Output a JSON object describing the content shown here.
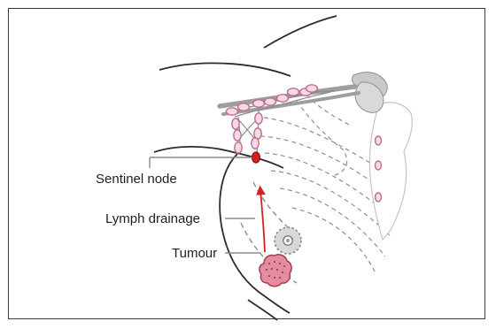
{
  "labels": {
    "sentinel_node": "Sentinel node",
    "lymph_drainage": "Lymph drainage",
    "tumour": "Tumour"
  },
  "colors": {
    "frame": "#3a3a3a",
    "outline": "#2c2c2c",
    "dashed": "#8f8f8f",
    "lymph_node_fill": "#f2dbe6",
    "lymph_node_stroke": "#c06a8b",
    "vessel": "#8a8a8a",
    "sentinel_node": "#d61f1f",
    "drainage_arrow": "#d61f1f",
    "tumour_fill": "#e48ca0",
    "tumour_stroke": "#a73d56",
    "nipple_fill": "#d8d8d8"
  }
}
